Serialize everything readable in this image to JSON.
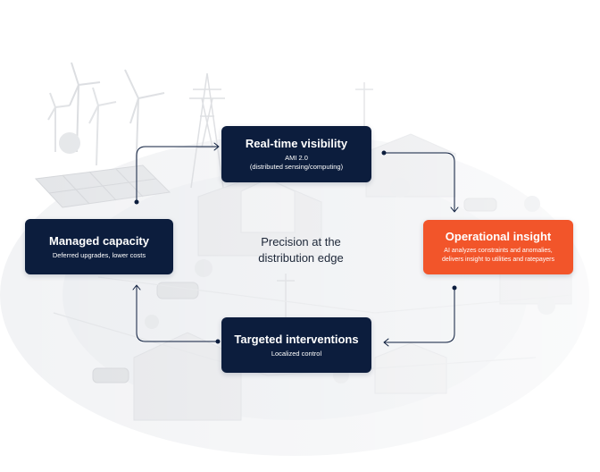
{
  "diagram": {
    "center_label": "Precision at the distribution edge",
    "nodes": {
      "realtime": {
        "title": "Real-time visibility",
        "lines": [
          "AMI 2.0",
          "(distributed sensing/computing)"
        ]
      },
      "operational": {
        "title": "Operational insight",
        "lines": [
          "AI analyzes constraints and anomalies,",
          "delivers insight to utilities and ratepayers"
        ]
      },
      "targeted": {
        "title": "Targeted interventions",
        "lines": [
          "Localized control"
        ]
      },
      "managed": {
        "title": "Managed capacity",
        "lines": [
          "Deferred upgrades, lower costs"
        ]
      }
    },
    "colors": {
      "navy": "#0c1d3d",
      "accent": "#f2552a",
      "background_art": "#e9eaec"
    },
    "icons": [
      "wind-turbine-icon",
      "transmission-tower-icon",
      "solar-panel-icon",
      "house-icon",
      "car-icon",
      "tree-icon",
      "utility-pole-icon"
    ]
  }
}
